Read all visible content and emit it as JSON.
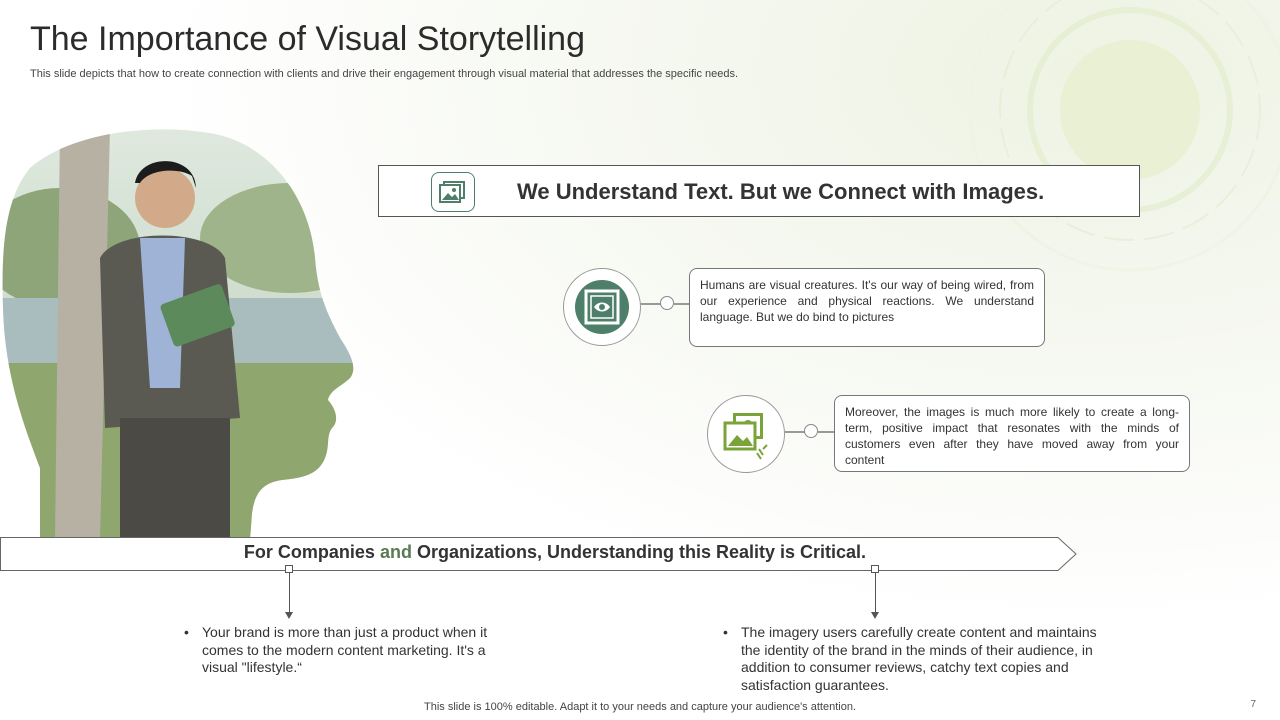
{
  "slide": {
    "title": "The Importance of Visual Storytelling",
    "subtitle": "This slide depicts that how to create connection with clients and drive their engagement through visual material that addresses the specific needs."
  },
  "banner": {
    "text": "We Understand Text. But we Connect with Images.",
    "icon": "image-icon"
  },
  "callouts": [
    {
      "icon": "eye-frame-icon",
      "text": "Humans are visual creatures. It's our way of being wired, from our experience and physical reactions. We understand language. But we do bind to pictures"
    },
    {
      "icon": "image-sparkle-icon",
      "text": "Moreover, the images is much more likely to create a long-term, positive impact that resonates with the minds of customers even after they have moved away from your content"
    }
  ],
  "arrow": {
    "part1": "For Companies ",
    "part2": "and",
    "part3": " Organizations, Understanding this Reality is Critical."
  },
  "bullets": [
    {
      "text": "Your brand is more than just a product when it comes to the modern content marketing. It's a visual \"lifestyle.“"
    },
    {
      "text": "The imagery users carefully create content and maintains the identity of the brand in the minds of their audience, in addition to consumer reviews, catchy text copies and satisfaction guarantees."
    }
  ],
  "footer": {
    "text": "This slide is 100% editable. Adapt it to your needs and capture your audience's attention.",
    "page_number": "7"
  },
  "colors": {
    "accent_green": "#4e7f6b",
    "accent_lime": "#7aa33a",
    "border_gray": "#777777"
  }
}
